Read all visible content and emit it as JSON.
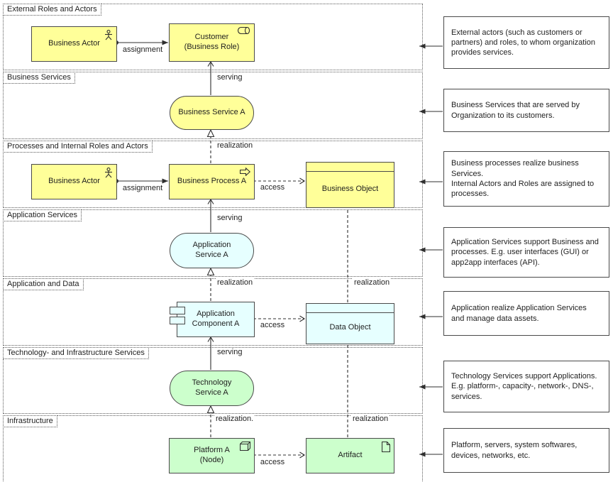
{
  "colors": {
    "business": "#ffff99",
    "application": "#e6ffff",
    "technology": "#ccffcc"
  },
  "bands": [
    {
      "label": "External Roles and Actors"
    },
    {
      "label": "Business Services"
    },
    {
      "label": "Processes and Internal Roles and Actors"
    },
    {
      "label": "Application Services"
    },
    {
      "label": "Application and Data"
    },
    {
      "label": "Technology- and Infrastructure Services"
    },
    {
      "label": "Infrastructure"
    }
  ],
  "nodes": {
    "business_actor_external": {
      "label": "Business Actor"
    },
    "customer": {
      "label": "Customer\n(Business Role)"
    },
    "business_service_a": {
      "label": "Business Service A"
    },
    "business_actor_internal": {
      "label": "Business Actor"
    },
    "business_process_a": {
      "label": "Business Process A"
    },
    "business_object": {
      "label": "Business Object"
    },
    "application_service_a": {
      "label": "Application\nService A"
    },
    "application_component_a": {
      "label": "Application\nComponent A"
    },
    "data_object": {
      "label": "Data Object"
    },
    "technology_service_a": {
      "label": "Technology\nService A"
    },
    "platform_a": {
      "label": "Platform A\n(Node)"
    },
    "artifact": {
      "label": "Artifact"
    }
  },
  "edge_labels": {
    "assignment1": "assignment",
    "serving1": "serving",
    "realization1": "realization",
    "assignment2": "assignment",
    "access1": "access",
    "serving2": "serving",
    "realization2": "realization",
    "realization_data": "realization",
    "access2": "access",
    "serving3": "serving",
    "realization3": "realization.",
    "realization_artifact": "realization",
    "access3": "access"
  },
  "notes": [
    {
      "text": "External actors (such as customers or partners) and roles, to whom organization provides services."
    },
    {
      "text": "Business Services that are served by Organization to its customers."
    },
    {
      "text": "Business processes realize business Services.\nInternal Actors and Roles are assigned to processes."
    },
    {
      "text": "Application Services support Business and processes. E.g. user interfaces (GUI) or app2app interfaces (API)."
    },
    {
      "text": "Application realize Application Services and manage data assets."
    },
    {
      "text": "Technology Services support Applications. E.g. platform-, capacity-, network-, DNS-, services."
    },
    {
      "text": "Platform, servers, system softwares, devices, networks, etc."
    }
  ]
}
